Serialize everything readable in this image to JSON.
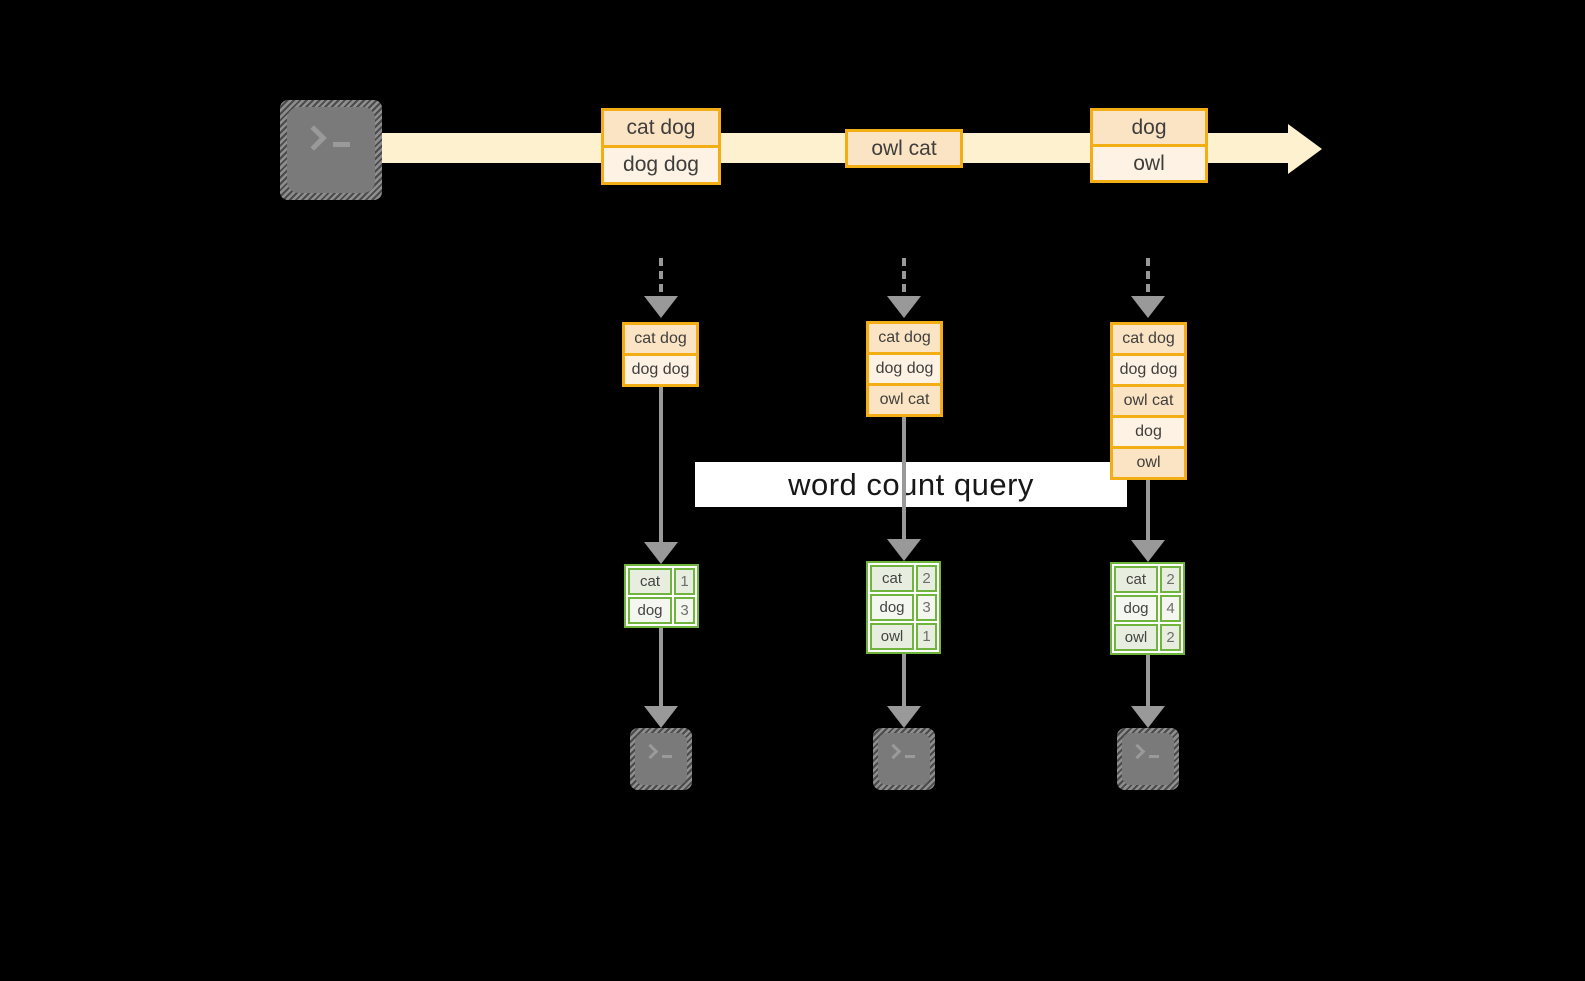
{
  "query_banner": {
    "label": "word count query"
  },
  "stream": {
    "source_icon": "terminal-icon",
    "batches": [
      {
        "rows": [
          "cat dog",
          "dog dog"
        ]
      },
      {
        "rows": [
          "owl cat"
        ]
      },
      {
        "rows": [
          "dog",
          "owl"
        ]
      }
    ]
  },
  "columns": [
    {
      "micro_batch": [
        "cat dog",
        "dog dog"
      ],
      "result": [
        {
          "word": "cat",
          "count": 1
        },
        {
          "word": "dog",
          "count": 3
        }
      ],
      "sink_icon": "terminal-icon"
    },
    {
      "micro_batch": [
        "cat dog",
        "dog dog",
        "owl cat"
      ],
      "result": [
        {
          "word": "cat",
          "count": 2
        },
        {
          "word": "dog",
          "count": 3
        },
        {
          "word": "owl",
          "count": 1
        }
      ],
      "sink_icon": "terminal-icon"
    },
    {
      "micro_batch": [
        "cat dog",
        "dog dog",
        "owl cat",
        "dog",
        "owl"
      ],
      "result": [
        {
          "word": "cat",
          "count": 2
        },
        {
          "word": "dog",
          "count": 4
        },
        {
          "word": "owl",
          "count": 2
        }
      ],
      "sink_icon": "terminal-icon"
    }
  ],
  "colors": {
    "background": "#000000",
    "stream_band": "#fdf1d0",
    "record_border": "#f2ae14",
    "record_fill_dark": "#fbe4c4",
    "record_fill_light": "#fdf2e3",
    "table_border": "#6fb43d",
    "table_cell_dark": "#e8eedf",
    "table_cell_light": "#f4f7ef",
    "arrow_gray": "#999999",
    "banner_bg": "#ffffff",
    "banner_text": "#171717"
  }
}
